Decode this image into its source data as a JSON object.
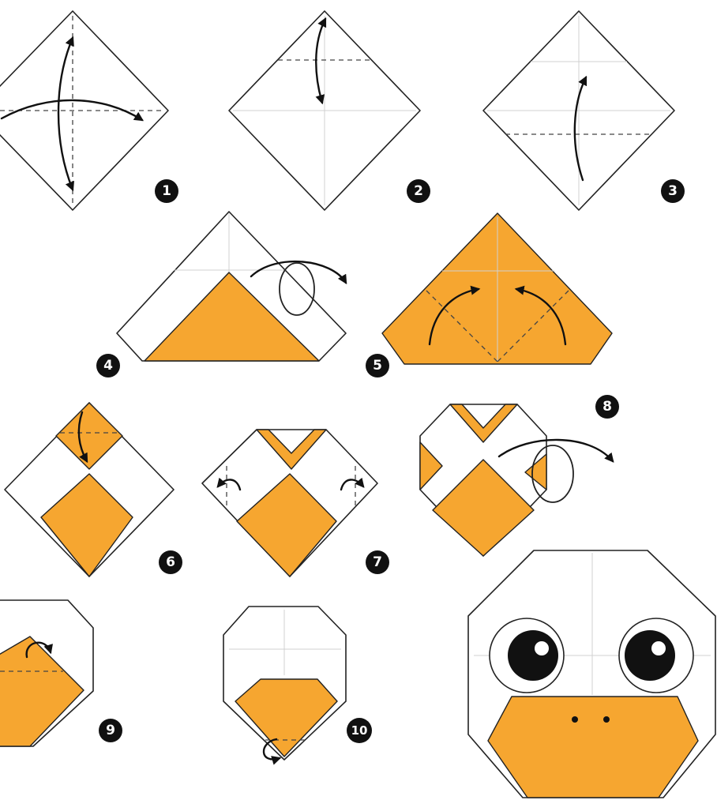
{
  "steps": [
    {
      "label": "1"
    },
    {
      "label": "2"
    },
    {
      "label": "3"
    },
    {
      "label": "4"
    },
    {
      "label": "5"
    },
    {
      "label": "6"
    },
    {
      "label": "7"
    },
    {
      "label": "8"
    },
    {
      "label": "9"
    },
    {
      "label": "10"
    }
  ],
  "colors": {
    "paper": "#ffffff",
    "orange": "#f6a630",
    "outline": "#222222",
    "arrow": "#111111",
    "eye": "#111111"
  }
}
